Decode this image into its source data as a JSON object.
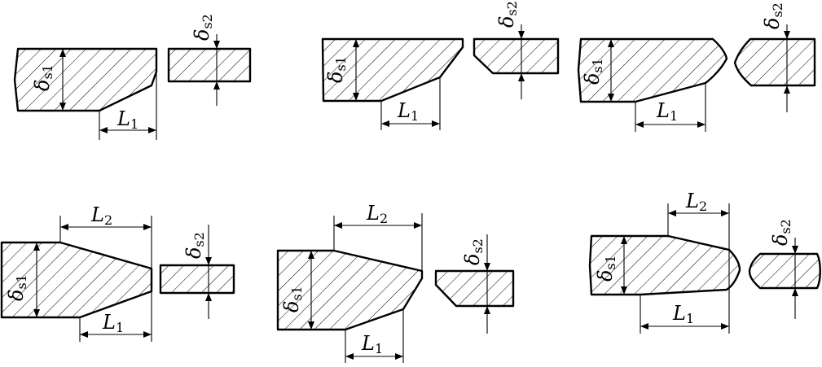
{
  "labels": {
    "delta": "δ",
    "L": "L",
    "sub_s1": "s1",
    "sub_s2": "s2",
    "sub_1": "1",
    "sub_2": "2"
  },
  "colors": {
    "stroke": "#000000",
    "background": "#ffffff"
  }
}
